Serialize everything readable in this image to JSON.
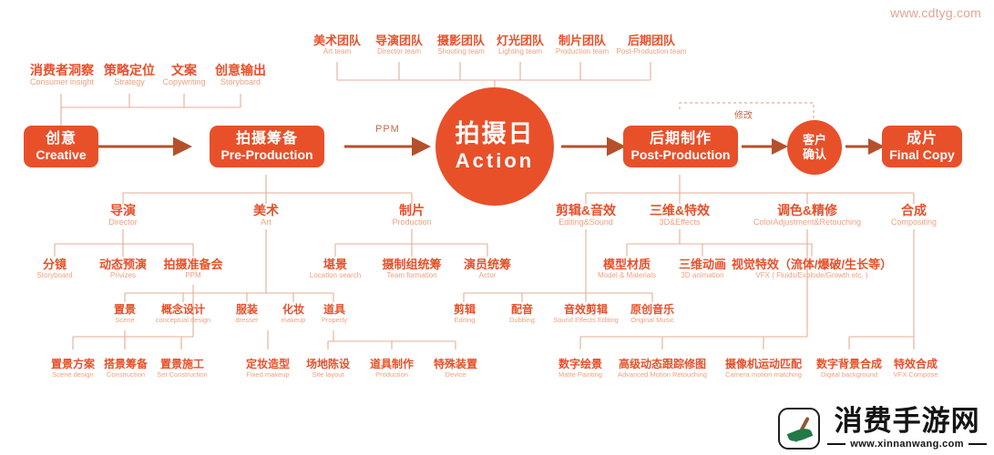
{
  "watermarks": {
    "top_url": "www.cdtyg.com",
    "brand_cn": "消费手游网",
    "brand_url": "www.xinnanwang.com",
    "logo_icon": "leaf-logo-icon"
  },
  "colors": {
    "accent": "#e8502a",
    "accent_light": "#f0a080",
    "line": "#e0a48c",
    "arrow": "#b5502a"
  },
  "main_flow": {
    "ppm_label": "PPM",
    "revise_label": "修改",
    "boxes": [
      {
        "cn": "创意",
        "en": "Creative"
      },
      {
        "cn": "拍摄筹备",
        "en": "Pre-Production"
      },
      {
        "cn": "后期制作",
        "en": "Post-Production"
      },
      {
        "cn": "成片",
        "en": "Final Copy"
      }
    ],
    "action_circle": {
      "cn": "拍摄日",
      "en": "Action"
    },
    "client_circle": {
      "cn1": "客户",
      "cn2": "确认"
    }
  },
  "creative_items": [
    {
      "cn": "消费者洞察",
      "en": "Consumer insight"
    },
    {
      "cn": "策略定位",
      "en": "Strategy"
    },
    {
      "cn": "文案",
      "en": "Copywriting"
    },
    {
      "cn": "创意输出",
      "en": "Storyboard"
    }
  ],
  "teams": [
    {
      "cn": "美术团队",
      "en": "Art team"
    },
    {
      "cn": "导演团队",
      "en": "Director team"
    },
    {
      "cn": "摄影团队",
      "en": "Shooting team"
    },
    {
      "cn": "灯光团队",
      "en": "Lighting team"
    },
    {
      "cn": "制片团队",
      "en": "Production team"
    },
    {
      "cn": "后期团队",
      "en": "Post-Production  team"
    }
  ],
  "pre_production": {
    "director": {
      "cn": "导演",
      "en": "Director"
    },
    "art": {
      "cn": "美术",
      "en": "Art"
    },
    "production": {
      "cn": "制片",
      "en": "Production"
    },
    "director_children": [
      {
        "cn": "分镜",
        "en": "Storyboard"
      },
      {
        "cn": "动态预演",
        "en": "Privizes"
      },
      {
        "cn": "拍摄准备会",
        "en": "PPM"
      }
    ],
    "art_children": [
      {
        "cn": "置景",
        "en": "Scene"
      },
      {
        "cn": "概念设计",
        "en": "conceptual design"
      },
      {
        "cn": "服装",
        "en": "dresser"
      },
      {
        "cn": "化妆",
        "en": "makeup"
      },
      {
        "cn": "道具",
        "en": "Property"
      }
    ],
    "production_children": [
      {
        "cn": "堪景",
        "en": "Location search"
      },
      {
        "cn": "摄制组统筹",
        "en": "Team formation"
      },
      {
        "cn": "演员统筹",
        "en": "Actor"
      }
    ],
    "leaf_row": [
      {
        "cn": "置景方案",
        "en": "Scene design"
      },
      {
        "cn": "搭景筹备",
        "en": "Construction"
      },
      {
        "cn": "置景施工",
        "en": "Set Construction"
      },
      {
        "cn": "定妆造型",
        "en": "Fixed makeup"
      },
      {
        "cn": "场地陈设",
        "en": "Site layout"
      },
      {
        "cn": "道具制作",
        "en": "Production"
      },
      {
        "cn": "特殊装置",
        "en": "Device"
      }
    ]
  },
  "post_production": {
    "categories": [
      {
        "cn": "剪辑&音效",
        "en": "Editing&Sound"
      },
      {
        "cn": "三维&特效",
        "en": "3D&Effects"
      },
      {
        "cn": "调色&精修",
        "en": "ColorAdjustment&Retouching"
      },
      {
        "cn": "合成",
        "en": "Compositing"
      }
    ],
    "threed_children": [
      {
        "cn": "模型材质",
        "en": "Model & Materials"
      },
      {
        "cn": "三维动画",
        "en": "3D animation"
      },
      {
        "cn": "视觉特效（流体/爆破/生长等）",
        "en": "VFX ( Fluids/Explode/Growth etc. )"
      }
    ],
    "editing_children": [
      {
        "cn": "剪辑",
        "en": "Editing"
      },
      {
        "cn": "配音",
        "en": "Dubbing"
      },
      {
        "cn": "音效剪辑",
        "en": "Sound Effects Editing"
      },
      {
        "cn": "原创音乐",
        "en": "Original Music"
      }
    ],
    "leaf_row": [
      {
        "cn": "数字绘景",
        "en": "Matte Painting"
      },
      {
        "cn": "高级动态跟踪修图",
        "en": "Advanced Motion Retouching"
      },
      {
        "cn": "摄像机运动匹配",
        "en": "Camera motion matching"
      },
      {
        "cn": "数字背景合成",
        "en": "Digital background"
      },
      {
        "cn": "特效合成",
        "en": "VFX Compose"
      }
    ]
  }
}
